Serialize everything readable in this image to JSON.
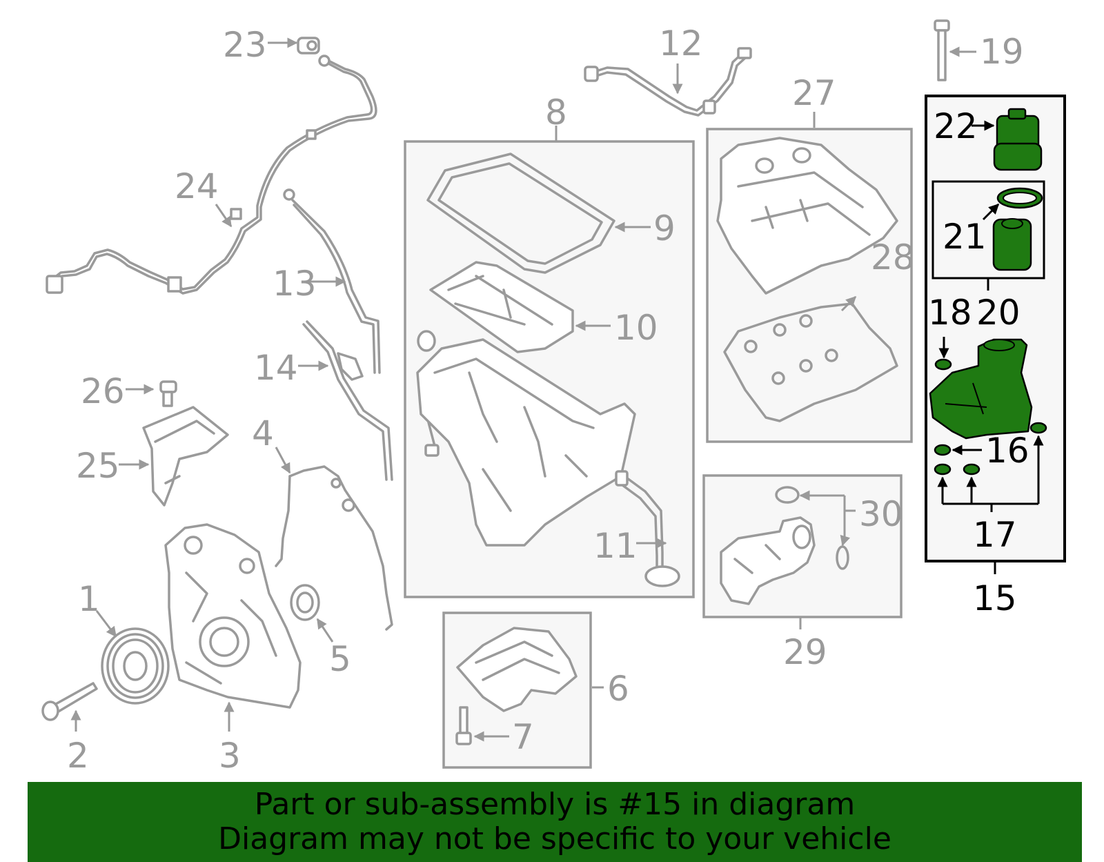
{
  "banner": {
    "line1": "Part or sub-assembly is #15 in diagram",
    "line2": "Diagram may not be specific to your vehicle"
  },
  "colors": {
    "highlight_fill": "#1f7a12",
    "banner_bg": "#156b0f",
    "part_stroke": "#9a9a9a"
  },
  "highlighted_part": "15",
  "callouts": {
    "c1": "1",
    "c2": "2",
    "c3": "3",
    "c4": "4",
    "c5": "5",
    "c6": "6",
    "c7": "7",
    "c8": "8",
    "c9": "9",
    "c10": "10",
    "c11": "11",
    "c12": "12",
    "c13": "13",
    "c14": "14",
    "c15": "15",
    "c16": "16",
    "c17": "17",
    "c18": "18",
    "c19": "19",
    "c20": "20",
    "c21": "21",
    "c22": "22",
    "c23": "23",
    "c24": "24",
    "c25": "25",
    "c26": "26",
    "c27": "27",
    "c28": "28",
    "c29": "29",
    "c30": "30"
  }
}
